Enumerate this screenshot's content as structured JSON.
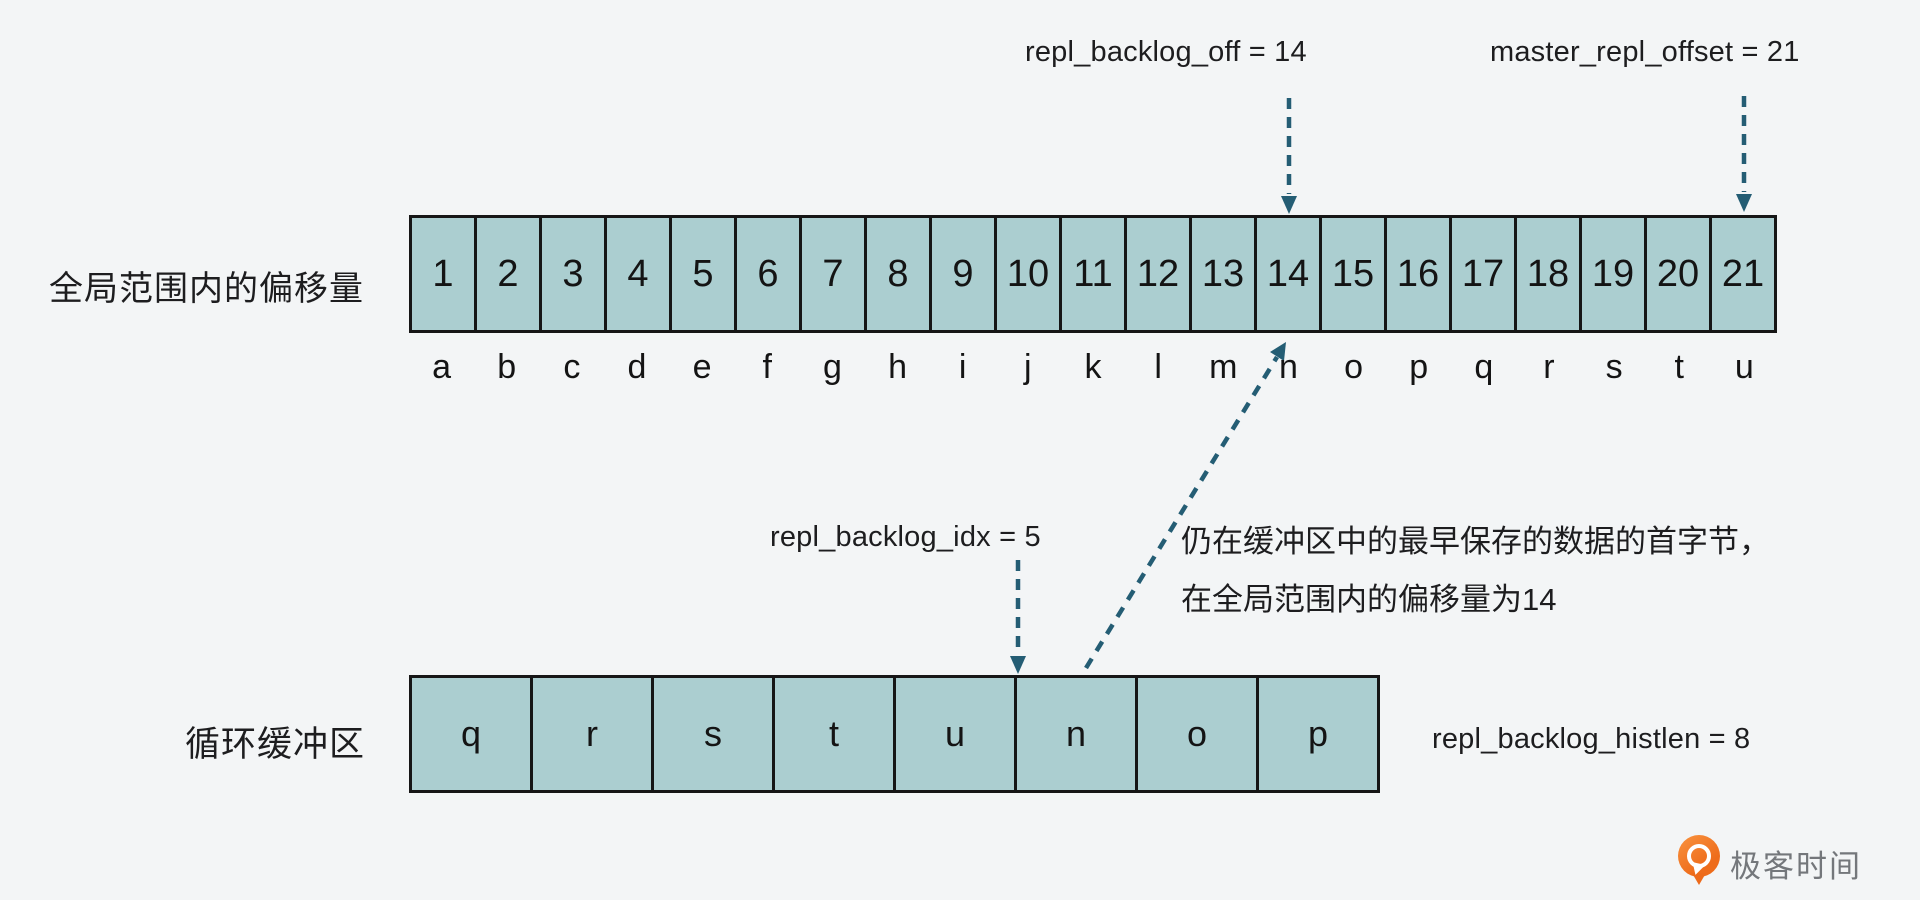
{
  "colors": {
    "background": "#f3f5f6",
    "cell_fill": "#abced0",
    "cell_border": "#161616",
    "arrow": "#245d74",
    "text": "#1d1d1f",
    "logo_orange": "#ee6c1b",
    "logo_text_gray": "#74777b"
  },
  "annotations": {
    "repl_backlog_off": "repl_backlog_off = 14",
    "master_repl_offset": "master_repl_offset = 21",
    "repl_backlog_idx": "repl_backlog_idx = 5",
    "repl_backlog_histlen": "repl_backlog_histlen = 8",
    "first_byte_note_line1": "仍在缓冲区中的最早保存的数据的首字节，",
    "first_byte_note_line2": "在全局范围内的偏移量为14"
  },
  "global_offset_row": {
    "label": "全局范围内的偏移量",
    "cells": [
      "1",
      "2",
      "3",
      "4",
      "5",
      "6",
      "7",
      "8",
      "9",
      "10",
      "11",
      "12",
      "13",
      "14",
      "15",
      "16",
      "17",
      "18",
      "19",
      "20",
      "21"
    ],
    "letters": [
      "a",
      "b",
      "c",
      "d",
      "e",
      "f",
      "g",
      "h",
      "i",
      "j",
      "k",
      "l",
      "m",
      "n",
      "o",
      "p",
      "q",
      "r",
      "s",
      "t",
      "u"
    ]
  },
  "circular_buffer_row": {
    "label": "循环缓冲区",
    "cells": [
      "q",
      "r",
      "s",
      "t",
      "u",
      "n",
      "o",
      "p"
    ]
  },
  "logo": {
    "text": "极客时间"
  }
}
